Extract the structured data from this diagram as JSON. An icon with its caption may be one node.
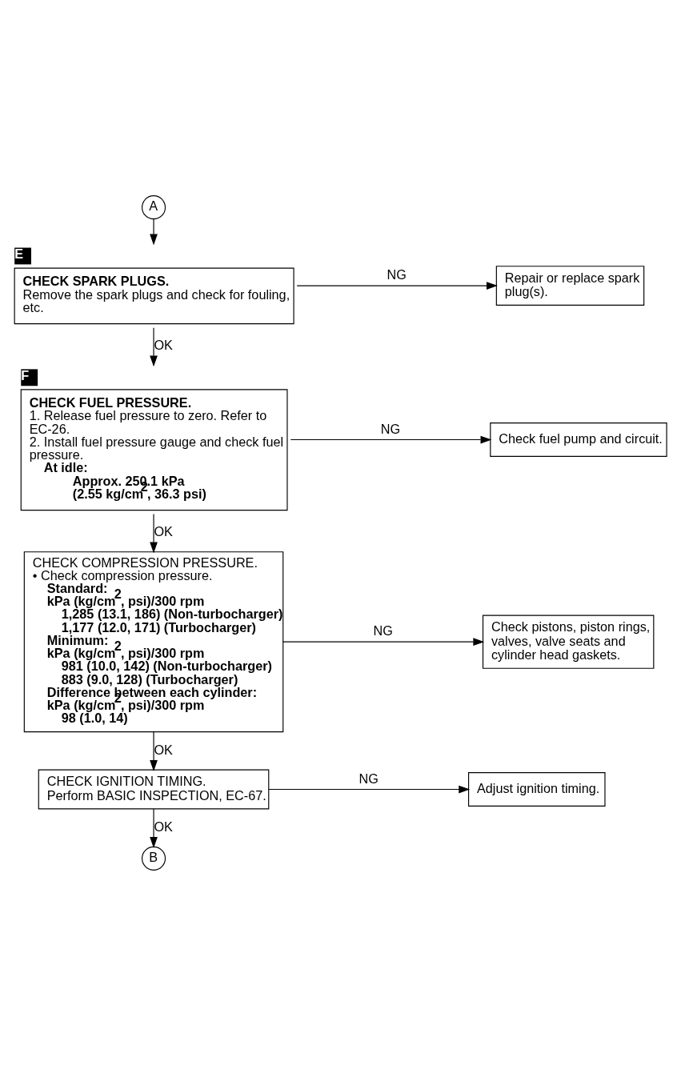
{
  "diagram": {
    "nodes": [
      {
        "text": [
          "A"
        ]
      },
      {
        "text": [
          "CHECK SPARK PLUGS.",
          "Remove the spark plugs and check for fouling, etc."
        ],
        "beside": [
          "E"
        ]
      },
      {
        "text": [
          "Repair or replace spark plug(s)."
        ]
      },
      {
        "text": [
          "CHECK FUEL PRESSURE.",
          "1. Release fuel pressure to zero. Refer to EC-26.",
          "2. Install fuel pressure gauge and check fuel pressure.",
          "At idle:",
          "Approx. 250.1 kPa",
          "(2.55 kg/cm$^{2}$, 36.3 psi)"
        ],
        "beside": [
          "F"
        ]
      },
      {
        "text": [
          "Check fuel pump and circuit."
        ]
      },
      {
        "text": [
          "CHECK COMPRESSION PRESSURE.",
          "• Check compression pressure.",
          "Standard:",
          "kPa (kg/cm$^{2}$, psi)/300 rpm",
          "1,285 (13.1, 186) (Non-turbocharger)",
          "1,177 (12.0, 171) (Turbocharger)",
          "Minimum:",
          "kPa (kg/cm$^{2}$, psi)/300 rpm",
          "981 (10.0, 142) (Non-turbocharger)",
          "883 (9.0, 128) (Turbocharger)",
          "Difference between each cylinder:",
          "kPa (kg/cm$^{2}$, psi)/300 rpm",
          "98 (1.0, 14)"
        ]
      },
      {
        "text": [
          "Check pistons, piston rings, valves, valve seats and cylinder head gaskets."
        ]
      },
      {
        "text": [
          "CHECK IGNITION TIMING.",
          "Perform BASIC INSPECTION, EC-67."
        ]
      },
      {
        "text": [
          "Adjust ignition timing."
        ]
      },
      {
        "text": [
          "B"
        ]
      }
    ],
    "edges": [
      {
        "from": 0,
        "to": 1,
        "arrow": "to"
      },
      {
        "from": 1,
        "to": 2,
        "arrow": "to",
        "label": "NG"
      },
      {
        "from": 1,
        "to": 3,
        "arrow": "to",
        "label": "OK"
      },
      {
        "from": 3,
        "to": 4,
        "arrow": "to",
        "label": "NG"
      },
      {
        "from": 3,
        "to": 5,
        "arrow": "to",
        "label": "OK"
      },
      {
        "from": 5,
        "to": 6,
        "arrow": "to",
        "label": "NG"
      },
      {
        "from": 5,
        "to": 7,
        "arrow": "to",
        "label": "OK"
      },
      {
        "from": 7,
        "to": 8,
        "arrow": "to",
        "label": "NG"
      },
      {
        "from": 7,
        "to": 9,
        "arrow": "to",
        "label": "OK"
      }
    ]
  }
}
